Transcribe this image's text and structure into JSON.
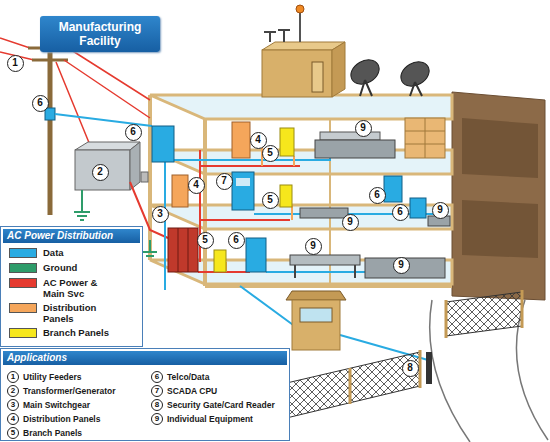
{
  "diagram": {
    "title": "Manufacturing Facility",
    "nodes": [
      {
        "text": [
          "1"
        ]
      },
      {
        "text": [
          "6"
        ]
      },
      {
        "text": [
          "9"
        ]
      },
      {
        "text": [
          "6"
        ]
      },
      {
        "text": [
          "4"
        ]
      },
      {
        "text": [
          "5"
        ]
      },
      {
        "text": [
          "2"
        ]
      },
      {
        "text": [
          "7"
        ]
      },
      {
        "text": [
          "4"
        ]
      },
      {
        "text": [
          "6"
        ]
      },
      {
        "text": [
          "5"
        ]
      },
      {
        "text": [
          "9"
        ]
      },
      {
        "text": [
          "6"
        ]
      },
      {
        "text": [
          "3"
        ]
      },
      {
        "text": [
          "9"
        ]
      },
      {
        "text": [
          "5"
        ]
      },
      {
        "text": [
          "6"
        ]
      },
      {
        "text": [
          "9"
        ]
      },
      {
        "text": [
          "9"
        ]
      },
      {
        "text": [
          "8"
        ]
      },
      {
        "text": [
          "AC Power Distribution"
        ]
      },
      {
        "text": [
          "Applications",
          "Utility Feeders",
          "Transformer/Generator",
          "Main Switchgear",
          "Distribution Panels",
          "Branch Panels",
          "Telco/Data",
          "SCADA CPU",
          "Security Gate/Card Reader",
          "Individual Equipment"
        ]
      },
      {
        "text": [
          "1"
        ],
        "in": 21
      },
      {
        "text": [
          "2"
        ],
        "in": 21
      },
      {
        "text": [
          "3"
        ],
        "in": 21
      },
      {
        "text": [
          "4"
        ],
        "in": 21
      },
      {
        "text": [
          "5"
        ],
        "in": 21
      },
      {
        "text": [
          "6"
        ],
        "in": 21
      },
      {
        "text": [
          "7"
        ],
        "in": 21
      },
      {
        "text": [
          "8"
        ],
        "in": 21
      },
      {
        "text": [
          "9"
        ],
        "in": 21
      }
    ],
    "legend": [
      {
        "text": "Data",
        "color": "#29abe2"
      },
      {
        "text": "Ground",
        "color": "#2e9c6a"
      },
      {
        "text": "AC Power & Main Svc",
        "color": "#e53a2f"
      },
      {
        "text": "Distribution Panels",
        "color": "#f5a65b"
      },
      {
        "text": "Branch Panels",
        "color": "#f6e71c"
      }
    ]
  }
}
